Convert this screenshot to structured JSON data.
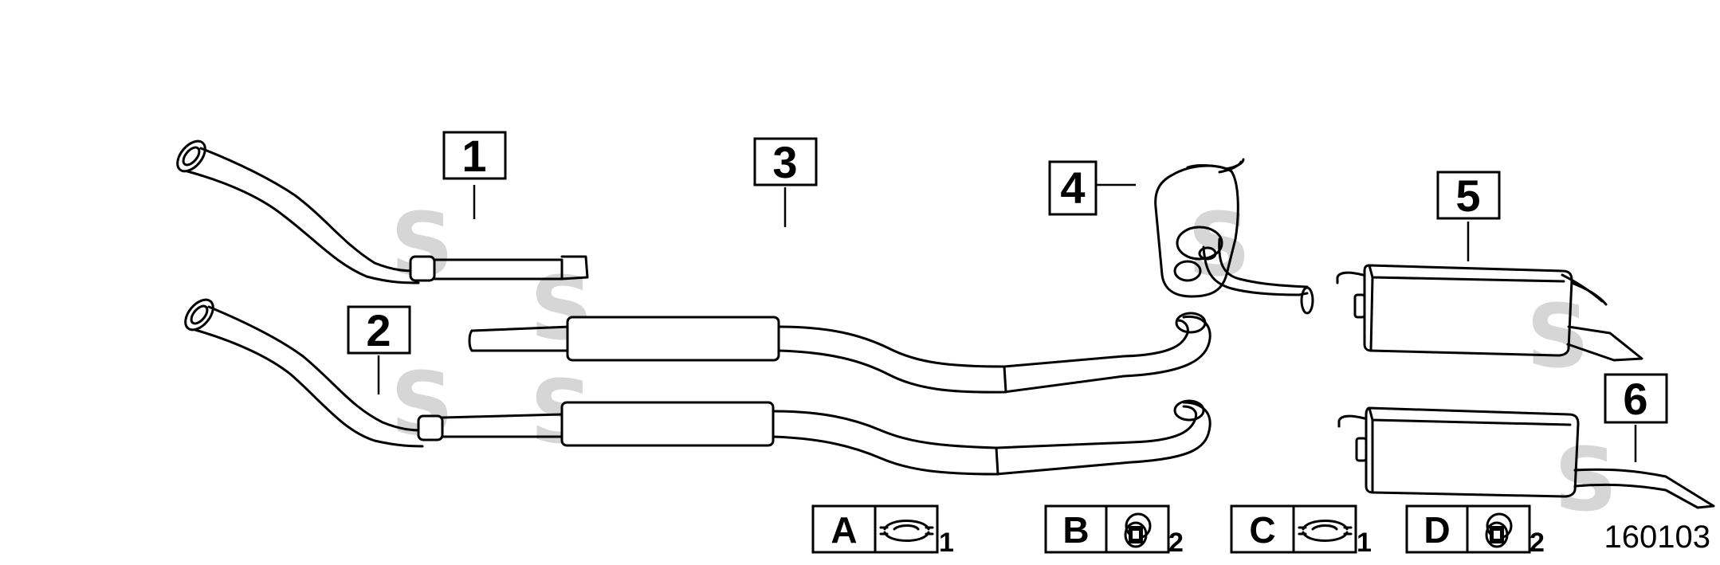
{
  "callouts": [
    {
      "id": "1"
    },
    {
      "id": "2"
    },
    {
      "id": "3"
    },
    {
      "id": "4"
    },
    {
      "id": "5"
    },
    {
      "id": "6"
    }
  ],
  "legend": [
    {
      "letter": "A",
      "qty": "1",
      "icon": "clamp-icon"
    },
    {
      "letter": "B",
      "qty": "2",
      "icon": "rubber-mount-icon"
    },
    {
      "letter": "C",
      "qty": "1",
      "icon": "clamp-icon"
    },
    {
      "letter": "D",
      "qty": "2",
      "icon": "rubber-mount-icon"
    }
  ],
  "reference_number": "160103",
  "watermark_letter": "S",
  "colors": {
    "line": "#000000",
    "watermark": "#d6d6d6",
    "background": "#ffffff"
  }
}
